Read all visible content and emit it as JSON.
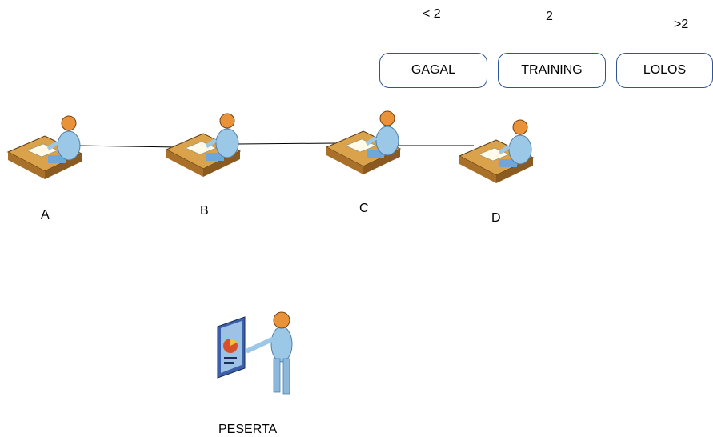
{
  "thresholds": [
    {
      "value": "< 2",
      "label": "GAGAL"
    },
    {
      "value": "2",
      "label": "TRAINING"
    },
    {
      "value": ">2",
      "label": "LOLOS"
    }
  ],
  "nodes": [
    {
      "label": "A"
    },
    {
      "label": "B"
    },
    {
      "label": "C"
    },
    {
      "label": "D"
    }
  ],
  "participant": {
    "label": "PESERTA"
  },
  "colors": {
    "box_border": "#2f5597",
    "desk": "#d9a24b",
    "person": "#9cc8e8",
    "head": "#e8923a"
  }
}
